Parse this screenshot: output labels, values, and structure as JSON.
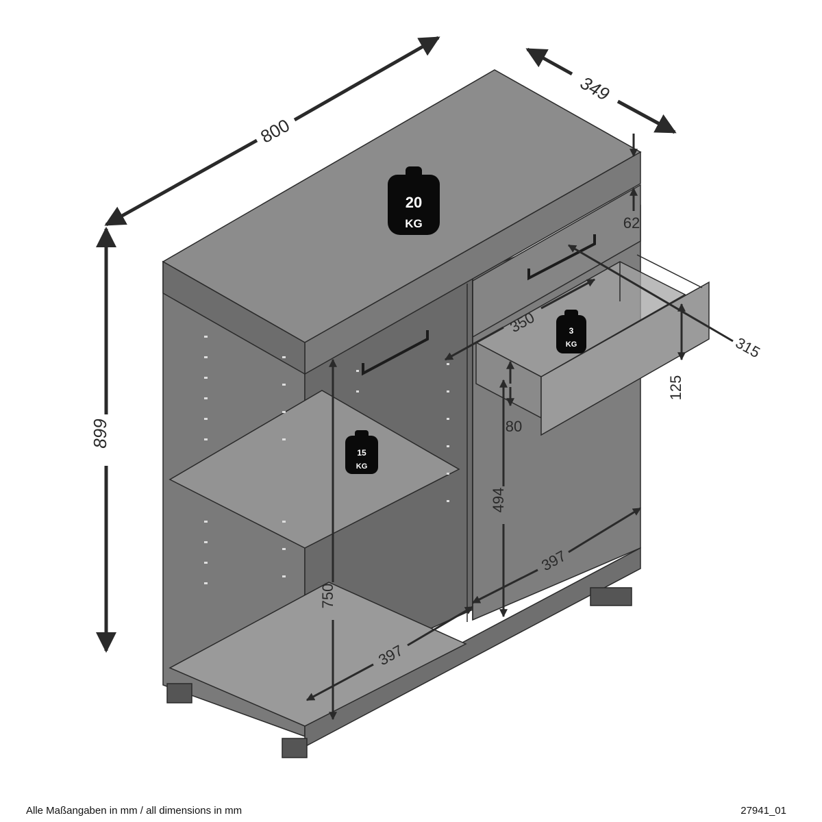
{
  "drawing": {
    "dimensions": {
      "width": "800",
      "depth": "349",
      "height": "899",
      "top_thickness": "62",
      "drawer_depth": "350",
      "drawer_width": "315",
      "drawer_height": "125",
      "drawer_inner_height": "80",
      "inner_height_left": "750",
      "inner_height_right": "494",
      "inner_width_left": "397",
      "inner_width_right": "397"
    },
    "loads": {
      "top": {
        "value": "20",
        "unit": "KG"
      },
      "drawer": {
        "value": "3",
        "unit": "KG"
      },
      "shelf": {
        "value": "15",
        "unit": "KG"
      }
    },
    "colors": {
      "line": "#2a2a2a",
      "panel_fill": "#7a7a7a",
      "top_fill": "#8a8a8a",
      "dark_fill": "#5c5c5c",
      "weight_icon": "#0a0a0a"
    }
  },
  "footer": {
    "note": "Alle Maßangaben in mm / all dimensions in mm",
    "article_code": "27941_01"
  }
}
